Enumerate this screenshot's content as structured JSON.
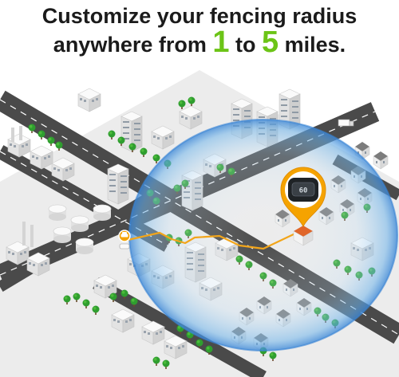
{
  "headline": {
    "line1": "Customize your fencing radius",
    "line2_prefix": "anywhere from ",
    "min_value": "1",
    "connector": " to ",
    "max_value": "5",
    "line2_suffix": " miles."
  },
  "device": {
    "display_value": "60"
  },
  "colors": {
    "accent_green": "#6cc417",
    "fence_blue": "#3b86d6",
    "path_orange": "#f2a51a",
    "pin_orange": "#f5a300",
    "road": "#4a4a4a",
    "ground": "#ececec",
    "building": "#f3f3f3",
    "tree": "#2f9e2f"
  },
  "icons": {
    "pin": "location-pin-icon",
    "car": "car-icon",
    "house": "house-icon"
  }
}
